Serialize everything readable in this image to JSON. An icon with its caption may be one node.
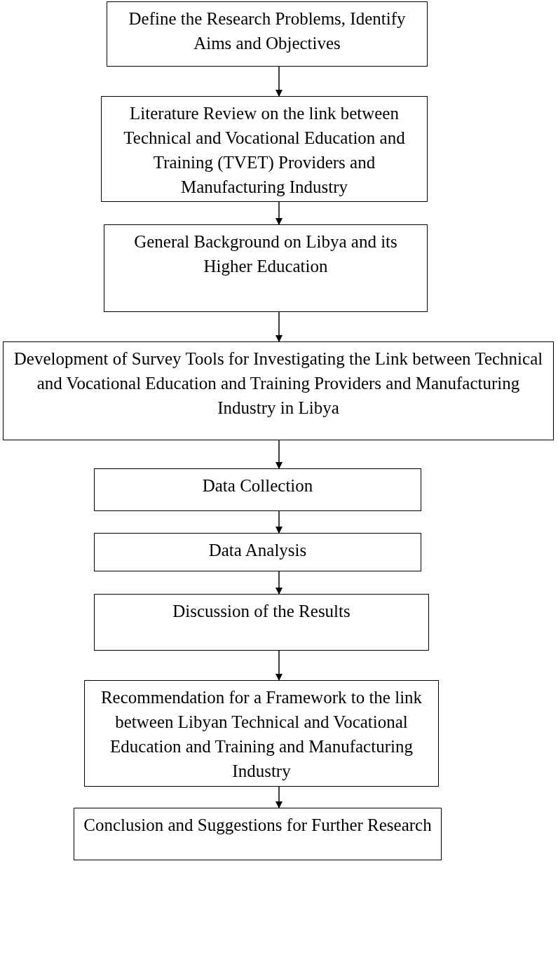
{
  "diagram": {
    "nodes": [
      {
        "text": [
          "Define the Research Problems, Identify Aims and Objectives"
        ]
      },
      {
        "text": [
          "Literature Review on the link between Technical and Vocational Education and Training (TVET) Providers and Manufacturing Industry"
        ]
      },
      {
        "text": [
          "General Background on Libya and its Higher Education"
        ]
      },
      {
        "text": [
          "Development of Survey Tools for Investigating the Link between Technical and Vocational Education and Training Providers and Manufacturing Industry in Libya"
        ]
      },
      {
        "text": [
          "Data Collection"
        ]
      },
      {
        "text": [
          "Data Analysis"
        ]
      },
      {
        "text": [
          "Discussion of the Results"
        ]
      },
      {
        "text": [
          "Recommendation for a Framework to the link between Libyan Technical and Vocational Education and Training and Manufacturing Industry"
        ]
      },
      {
        "text": [
          "Conclusion and Suggestions for Further Research"
        ]
      }
    ],
    "edges": [
      {
        "from": 0,
        "to": 1,
        "arrow": "to"
      },
      {
        "from": 1,
        "to": 2,
        "arrow": "to"
      },
      {
        "from": 2,
        "to": 3,
        "arrow": "to"
      },
      {
        "from": 3,
        "to": 4,
        "arrow": "to"
      },
      {
        "from": 4,
        "to": 5,
        "arrow": "to"
      },
      {
        "from": 5,
        "to": 6,
        "arrow": "to"
      },
      {
        "from": 6,
        "to": 7,
        "arrow": "to"
      },
      {
        "from": 7,
        "to": 8,
        "arrow": "to"
      }
    ]
  }
}
